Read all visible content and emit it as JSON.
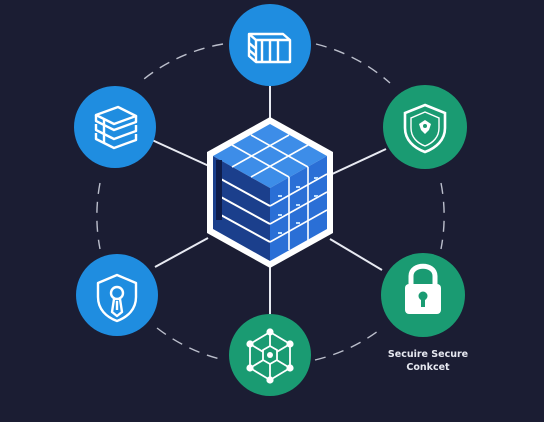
{
  "diagram": {
    "nodes": [
      {
        "id": "top",
        "icon": "database-stack-icon",
        "color": "#1f8de0"
      },
      {
        "id": "upper-left",
        "icon": "layered-stack-icon",
        "color": "#1f8de0"
      },
      {
        "id": "upper-right",
        "icon": "shield-emblem-icon",
        "color": "#1a9b72"
      },
      {
        "id": "lower-left",
        "icon": "shield-key-icon",
        "color": "#1f8de0"
      },
      {
        "id": "lower-right",
        "icon": "padlock-icon",
        "color": "#1a9b72"
      },
      {
        "id": "bottom",
        "icon": "network-hexagon-icon",
        "color": "#1a9b72"
      }
    ],
    "center": {
      "icon": "data-cube-icon",
      "color": "#2a6fd6"
    },
    "lock_caption": {
      "line1": "Secuire Secure",
      "line2": "Conkcet"
    }
  },
  "colors": {
    "background": "#1b1d33",
    "blue": "#1f8de0",
    "green": "#1a9b72",
    "line": "#e8eaf2"
  }
}
